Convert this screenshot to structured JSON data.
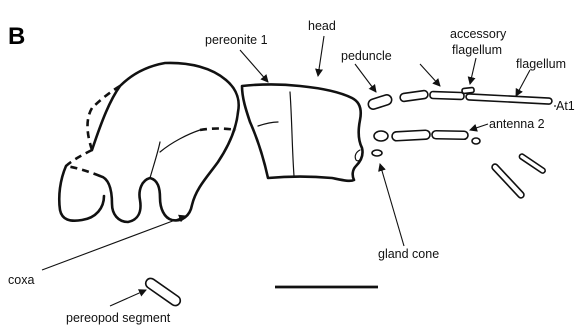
{
  "figure": {
    "panel_label": "B",
    "labels": {
      "pereonite_1": "pereonite 1",
      "head": "head",
      "peduncle": "peduncle",
      "accessory_flagellum_line1": "accessory",
      "accessory_flagellum_line2": "flagellum",
      "flagellum": "flagellum",
      "at1": "At1",
      "antenna_2": "antenna 2",
      "gland_cone": "gland cone",
      "coxa": "coxa",
      "pereopod_segment": "pereopod segment"
    }
  },
  "colors": {
    "line": "#111111",
    "background": "#ffffff"
  }
}
